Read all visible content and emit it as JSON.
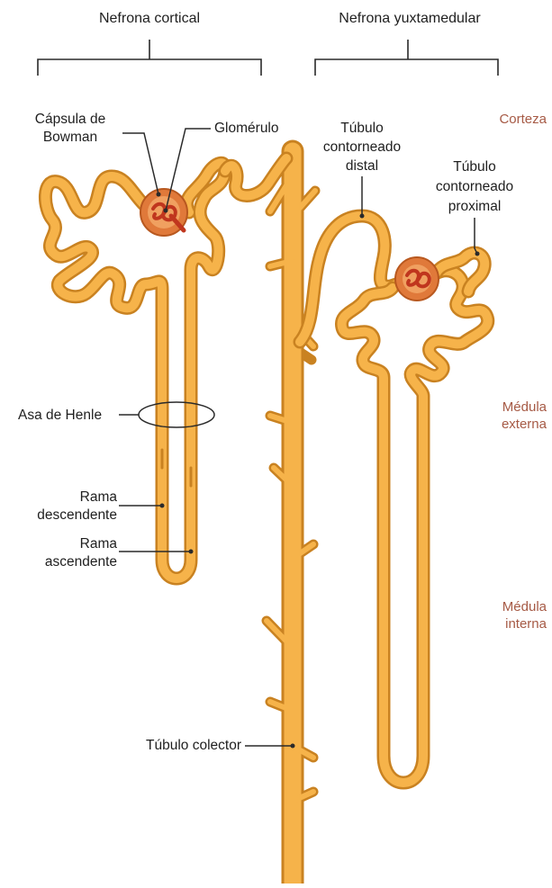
{
  "headers": {
    "cortical": "Nefrona cortical",
    "juxtamedullary": "Nefrona yuxtamedular"
  },
  "zones": {
    "cortex": "Corteza",
    "outer_medulla": [
      "Médula",
      "externa"
    ],
    "inner_medulla": [
      "Médula",
      "interna"
    ]
  },
  "labels": {
    "bowman_capsule": [
      "Cápsula de",
      "Bowman"
    ],
    "glomerulus": "Glomérulo",
    "distal_tubule": [
      "Túbulo",
      "contorneado",
      "distal"
    ],
    "proximal_tubule": [
      "Túbulo",
      "contorneado",
      "proximal"
    ],
    "loop_of_henle": "Asa de Henle",
    "descending_limb": [
      "Rama",
      "descendente"
    ],
    "ascending_limb": [
      "Rama",
      "ascendente"
    ],
    "collecting_duct": "Túbulo colector"
  },
  "colors": {
    "tube_fill": "#f6b34a",
    "tube_outline": "#c98221",
    "glomerulus": "#c0361e",
    "capsule": "#e0793a",
    "zone_text": "#a65a45"
  }
}
